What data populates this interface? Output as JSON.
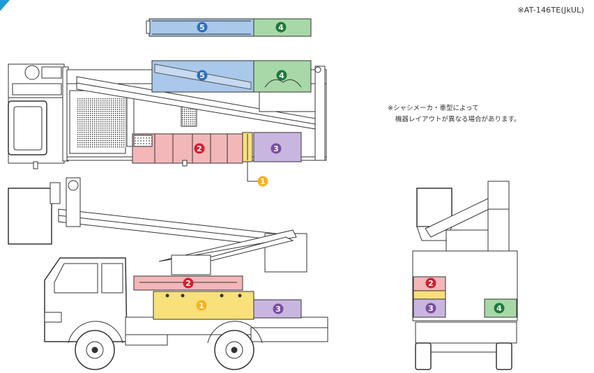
{
  "model_code": "※AT-146TE(JkUL)",
  "note": {
    "line1": "※シャシメーカ・車型によって",
    "line2": "機器レイアウトが異なる場合があります。"
  },
  "badges": {
    "one": "1",
    "two": "2",
    "three": "3",
    "four": "4",
    "five": "5"
  },
  "colors": {
    "one": "#f5b21d",
    "two": "#d51f2c",
    "three": "#7a4ea0",
    "four": "#1a7a3a",
    "five": "#2f6fc0",
    "one_fill": "#f8e07a",
    "two_fill": "#f3b7b9",
    "three_fill": "#c9b6e0",
    "four_fill": "#a8d8a8",
    "five_fill": "#a9c8ea",
    "corner_accent": "#1e9ad6"
  }
}
